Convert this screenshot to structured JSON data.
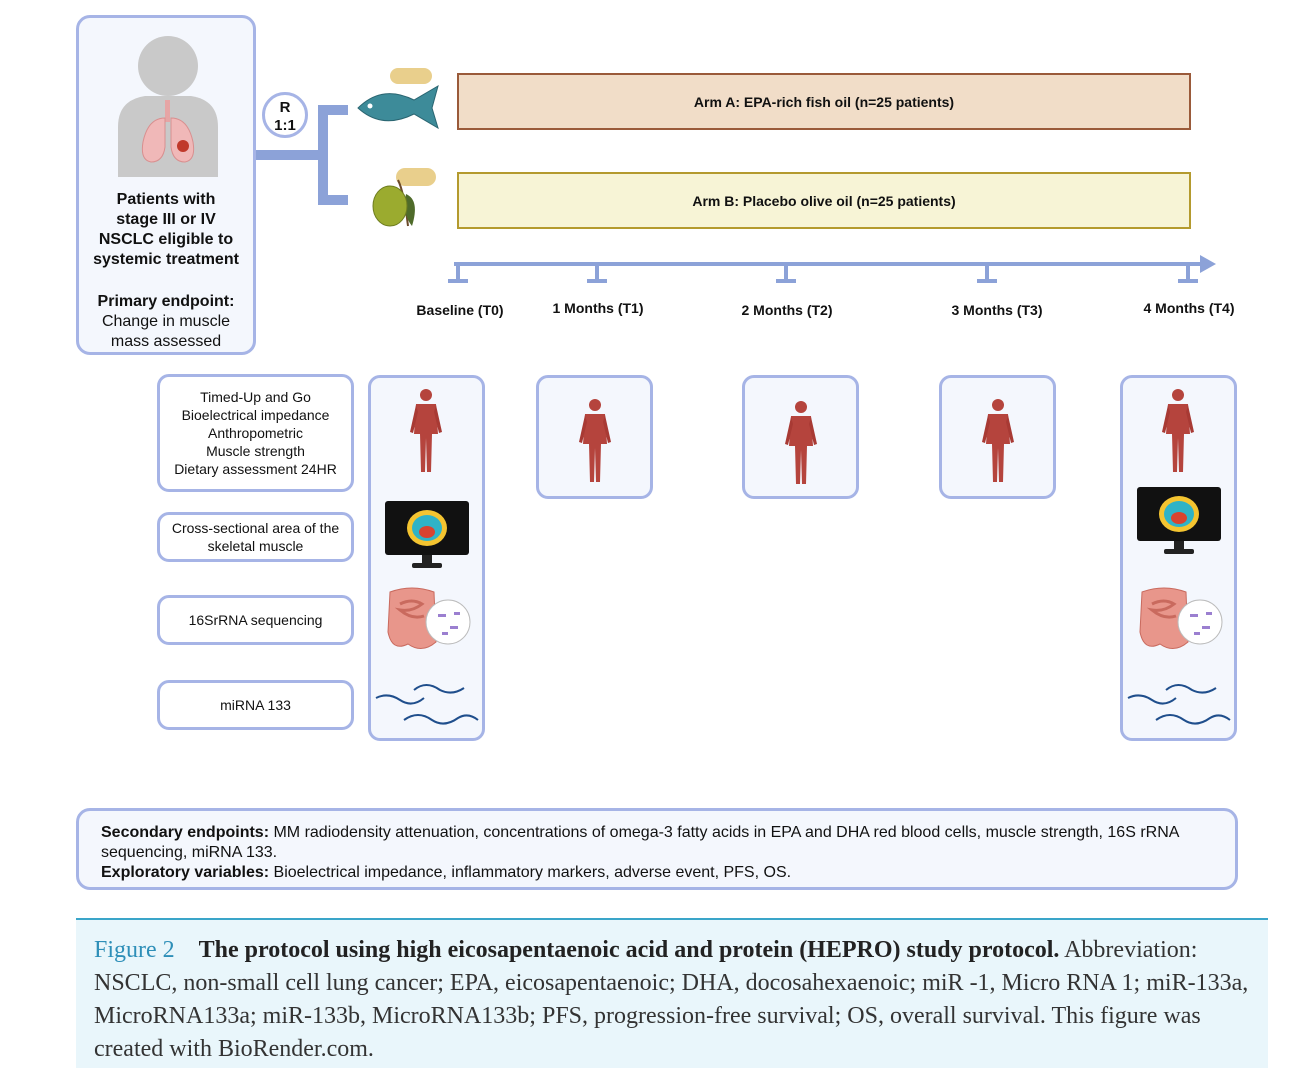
{
  "patient_box": {
    "lines": [
      "Patients with",
      "stage III or IV",
      "NSCLC eligible to",
      "systemic treatment"
    ],
    "endpoint_title": "Primary endpoint:",
    "endpoint_lines": [
      "Change in muscle",
      "mass assessed"
    ]
  },
  "randomization": {
    "line1": "R",
    "line2": "1:1"
  },
  "arms": [
    {
      "label": "Arm A: EPA-rich fish oil (n=25 patients)",
      "color": "#f1ddc8",
      "border": "#9a5a3a"
    },
    {
      "label": "Arm B: Placebo olive oil (n=25 patients)",
      "color": "#f7f4d6",
      "border": "#b49a2e"
    }
  ],
  "timeline": {
    "labels": [
      "Baseline (T0)",
      "1 Months (T1)",
      "2 Months (T2)",
      "3 Months (T3)",
      "4 Months (T4)"
    ]
  },
  "measures": {
    "m1": [
      "Timed-Up and Go",
      "Bioelectrical impedance",
      "Anthropometric",
      "Muscle strength",
      "Dietary assessment 24HR"
    ],
    "m2": [
      "Cross-sectional area of the",
      "skeletal muscle"
    ],
    "m3": "16SrRNA sequencing",
    "m4": "miRNA 133"
  },
  "secondary": {
    "sec_title": "Secondary endpoints:",
    "sec_text": " MM radiodensity attenuation, concentrations of omega-3 fatty acids in EPA and DHA red blood cells, muscle strength, 16S rRNA sequencing, miRNA 133.",
    "exp_title": "Exploratory variables:",
    "exp_text": " Bioelectrical impedance, inflammatory markers, adverse event, PFS, OS."
  },
  "caption": {
    "label": "Figure 2",
    "title": "The protocol using high eicosapentaenoic acid and protein (HEPRO) study protocol.",
    "text": " Abbreviation: NSCLC, non-small cell lung cancer; EPA, eicosapentaenoic; DHA, docosahexaenoic; miR -1, Micro RNA 1; miR-133a, MicroRNA133a; miR-133b, MicroRNA133b; PFS, progression-free survival; OS, overall survival. This figure was created with BioRender.com."
  },
  "colors": {
    "accent": "#a6b4e6",
    "caption_accent": "#2e8fb8",
    "timeline": "#8ca2d8"
  }
}
